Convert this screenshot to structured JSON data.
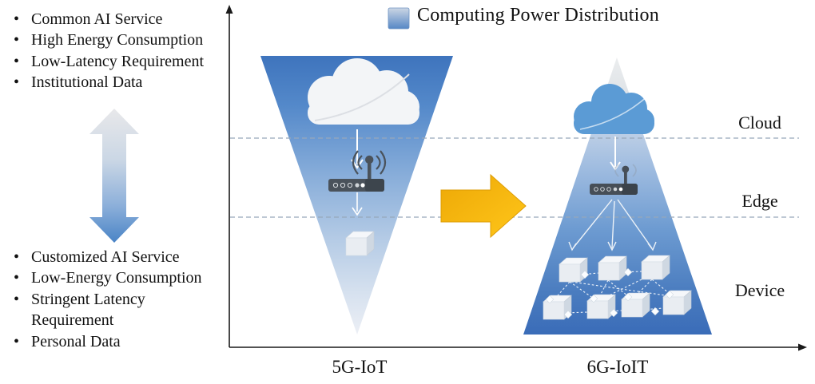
{
  "legend": {
    "title": "Computing Power Distribution",
    "swatch_gradient_top": "#ccd6e4",
    "swatch_gradient_bottom": "#5687c5"
  },
  "left_panel": {
    "top_bullets": [
      "Common AI Service",
      "High Energy Consumption",
      "Low-Latency Requirement",
      "Institutional Data"
    ],
    "bottom_bullets": [
      "Customized AI Service",
      "Low-Energy Consumption",
      "Stringent Latency Requirement",
      "Personal Data"
    ]
  },
  "layers": {
    "cloud_label": "Cloud",
    "edge_label": "Edge",
    "device_label": "Device"
  },
  "x_axis": {
    "left_label": "5G-IoT",
    "right_label": "6G-IoIT"
  },
  "diagram": {
    "left_funnel": {
      "shape": "inverted-triangle",
      "contents": [
        "cloud",
        "wireless-router",
        "device-cube"
      ]
    },
    "right_funnel": {
      "shape": "triangle",
      "contents": [
        "cloud",
        "wireless-router",
        "device-cube-mesh"
      ],
      "device_cube_count": 7
    }
  },
  "colors": {
    "funnel_blue_deep": "#3a6cb8",
    "funnel_fade_light": "#eaeff5",
    "cloud_white": "#f3f5f7",
    "cloud_blue": "#5b9bd5",
    "router_gray": "#4a525b",
    "transition_arrow_gold": "#f9b60c",
    "dashed_line": "#97a8bb",
    "axis_black": "#1a1a1a"
  },
  "icons": {
    "legend_swatch": "gradient-swatch",
    "cloud": "cloud-icon",
    "router": "wireless-router-icon",
    "device": "device-cube-icon",
    "transition": "right-arrow-icon",
    "tradeoff": "double-headed-vertical-arrow-icon"
  }
}
